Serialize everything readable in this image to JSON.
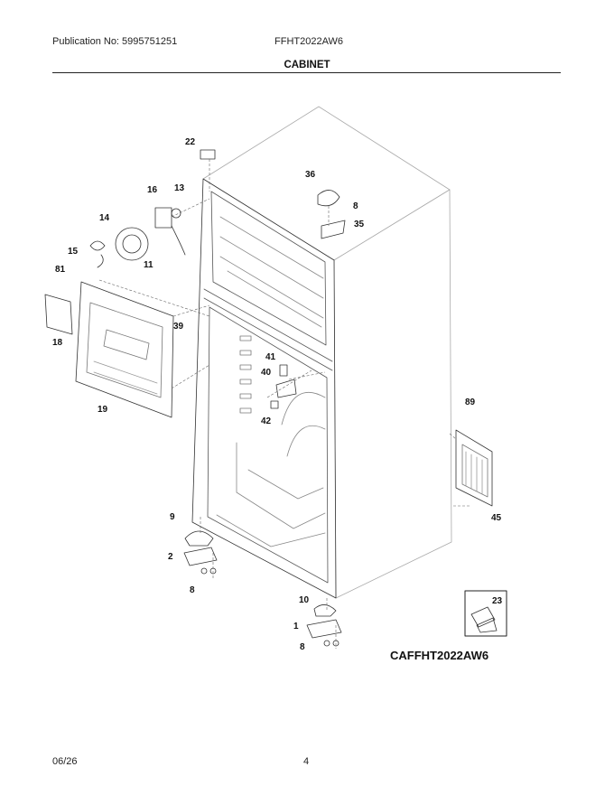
{
  "header": {
    "publication": "Publication No: 5995751251",
    "model": "FFHT2022AW6",
    "section": "CABINET"
  },
  "diagram": {
    "code": "CAFFHT2022AW6",
    "callouts": [
      {
        "id": "c22",
        "label": "22"
      },
      {
        "id": "c16",
        "label": "16"
      },
      {
        "id": "c13",
        "label": "13"
      },
      {
        "id": "c14",
        "label": "14"
      },
      {
        "id": "c15",
        "label": "15"
      },
      {
        "id": "c11",
        "label": "11"
      },
      {
        "id": "c81",
        "label": "81"
      },
      {
        "id": "c39",
        "label": "39"
      },
      {
        "id": "c18",
        "label": "18"
      },
      {
        "id": "c19",
        "label": "19"
      },
      {
        "id": "c36",
        "label": "36"
      },
      {
        "id": "c8a",
        "label": "8"
      },
      {
        "id": "c35",
        "label": "35"
      },
      {
        "id": "c41",
        "label": "41"
      },
      {
        "id": "c40",
        "label": "40"
      },
      {
        "id": "c42",
        "label": "42"
      },
      {
        "id": "c89",
        "label": "89"
      },
      {
        "id": "c45",
        "label": "45"
      },
      {
        "id": "c9",
        "label": "9"
      },
      {
        "id": "c2",
        "label": "2"
      },
      {
        "id": "c8b",
        "label": "8"
      },
      {
        "id": "c10",
        "label": "10"
      },
      {
        "id": "c1",
        "label": "1"
      },
      {
        "id": "c8c",
        "label": "8"
      },
      {
        "id": "c23",
        "label": "23"
      }
    ]
  },
  "footer": {
    "date": "06/26",
    "page": "4"
  }
}
